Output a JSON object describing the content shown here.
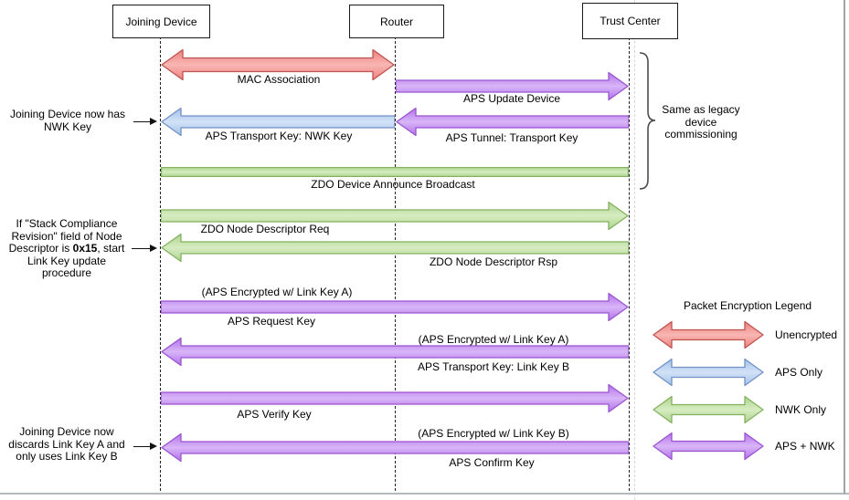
{
  "actors": [
    {
      "label": "Joining Device"
    },
    {
      "label": "Router"
    },
    {
      "label": "Trust Center"
    }
  ],
  "messages": [
    {
      "label": "MAC Association",
      "from": "Joining Device",
      "to": "Router",
      "direction": "both",
      "encryption": "Unencrypted"
    },
    {
      "label": "APS Update Device",
      "from": "Router",
      "to": "Trust Center",
      "direction": "right",
      "encryption": "APS + NWK"
    },
    {
      "label": "APS Transport Key: NWK Key",
      "from": "Router",
      "to": "Joining Device",
      "direction": "left",
      "encryption": "APS Only"
    },
    {
      "label": "APS Tunnel: Transport Key",
      "from": "Trust Center",
      "to": "Router",
      "direction": "left",
      "encryption": "APS + NWK"
    },
    {
      "label": "ZDO Device Announce Broadcast",
      "from": "Joining Device",
      "to": "Trust Center",
      "direction": "broadcast",
      "encryption": "NWK Only"
    },
    {
      "label": "ZDO Node Descriptor Req",
      "from": "Joining Device",
      "to": "Trust Center",
      "direction": "right",
      "encryption": "NWK Only"
    },
    {
      "label": "ZDO Node Descriptor Rsp",
      "from": "Trust Center",
      "to": "Joining Device",
      "direction": "left",
      "encryption": "NWK Only"
    },
    {
      "label": "APS Request Key",
      "note": "(APS Encrypted w/ Link Key A)",
      "from": "Joining Device",
      "to": "Trust Center",
      "direction": "right",
      "encryption": "APS + NWK"
    },
    {
      "label": "APS Transport Key: Link Key B",
      "note": "(APS Encrypted w/ Link Key A)",
      "from": "Trust Center",
      "to": "Joining Device",
      "direction": "left",
      "encryption": "APS + NWK"
    },
    {
      "label": "APS Verify Key",
      "from": "Joining Device",
      "to": "Trust Center",
      "direction": "right",
      "encryption": "APS + NWK"
    },
    {
      "label": "APS Confirm Key",
      "note": "(APS Encrypted w/ Link Key B)",
      "from": "Trust Center",
      "to": "Joining Device",
      "direction": "left",
      "encryption": "APS + NWK"
    }
  ],
  "annotations": {
    "nwk_key": {
      "lines": [
        "Joining Device now has",
        "NWK Key"
      ]
    },
    "stack_compliance": {
      "l1": "If \"Stack Compliance",
      "l2": "Revision\" field of Node",
      "l3_pre": "Descriptor is ",
      "l3_bold": "0x15",
      "l3_post": ", start",
      "l4": "Link Key update",
      "l5": "procedure"
    },
    "link_key": {
      "lines": [
        "Joining Device now",
        "discards Link Key A and",
        "only uses Link Key B"
      ]
    }
  },
  "bracket_note": {
    "lines": [
      "Same as legacy",
      "device",
      "commissioning"
    ]
  },
  "legend": {
    "title": "Packet Encryption Legend",
    "items": [
      {
        "label": "Unencrypted",
        "key": "unencrypted"
      },
      {
        "label": "APS Only",
        "key": "aps_only"
      },
      {
        "label": "NWK Only",
        "key": "nwk_only"
      },
      {
        "label": "APS + NWK",
        "key": "aps_nwk"
      }
    ]
  },
  "colors": {
    "unencrypted": {
      "stroke": "#bf5350",
      "fill": "#ed827e",
      "light": "#f8b6b3"
    },
    "aps_only": {
      "stroke": "#7191c7",
      "fill": "#a4c2e9",
      "light": "#d2e2f7"
    },
    "nwk_only": {
      "stroke": "#82b25f",
      "fill": "#aed48e",
      "light": "#d6ecc1"
    },
    "aps_nwk": {
      "stroke": "#9a54d0",
      "fill": "#b272e9",
      "light": "#d9b5f8"
    }
  }
}
